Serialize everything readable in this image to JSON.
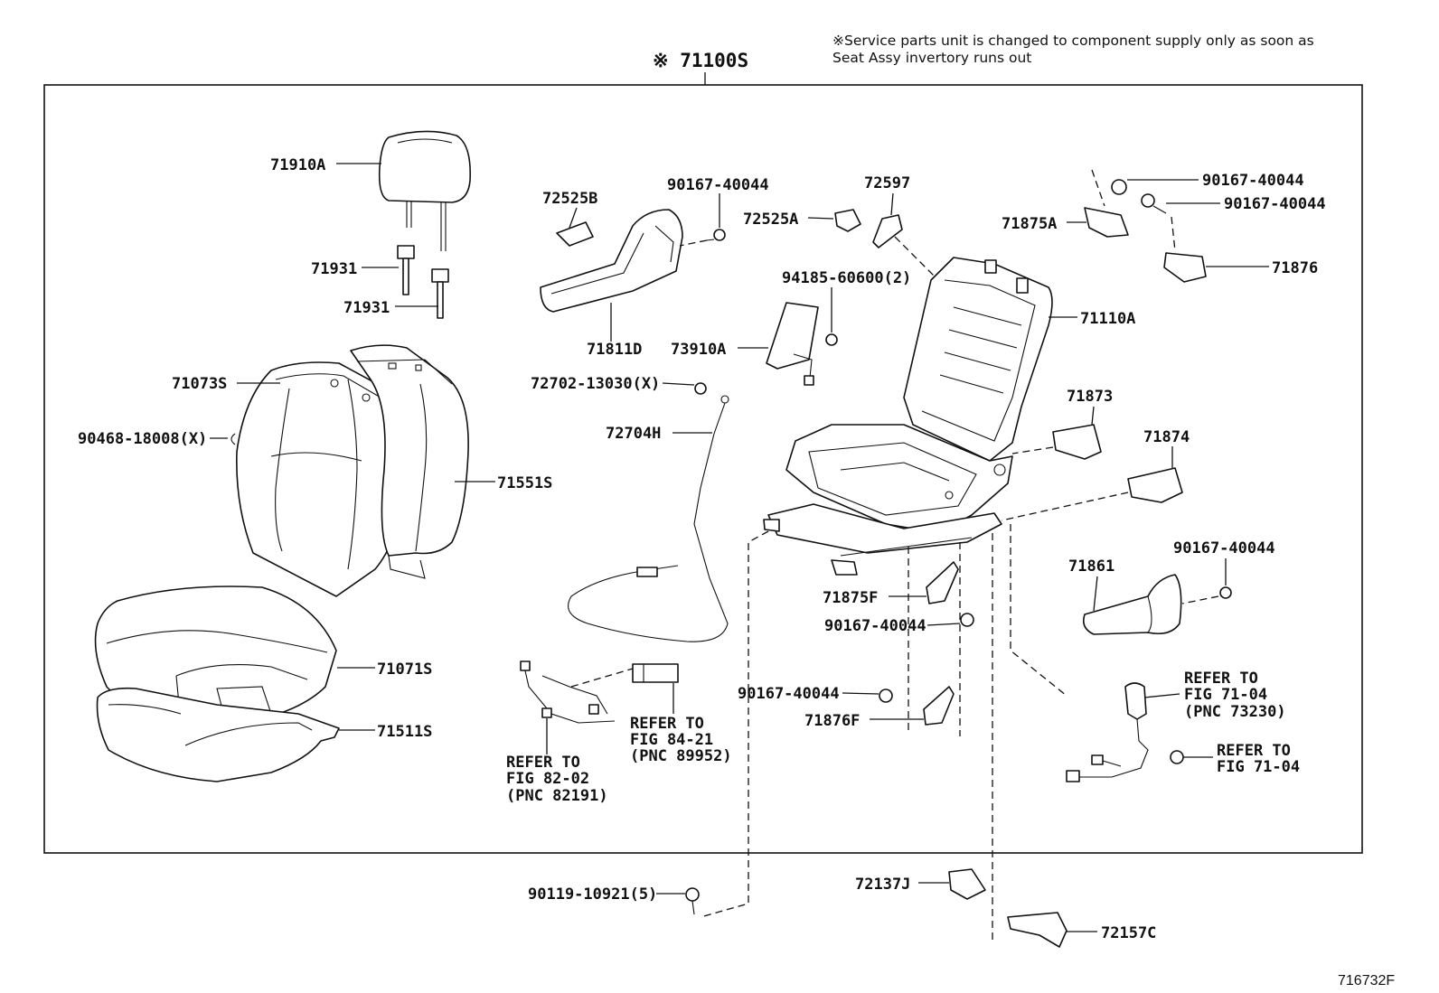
{
  "note": {
    "line1": "※Service parts unit is changed to component supply only as soon as",
    "line2": "Seat Assy invertory runs out"
  },
  "assembly_label": "※ 71100S",
  "figure_code": "716732F",
  "parts": {
    "p71910A": "71910A",
    "p71931a": "71931",
    "p71931b": "71931",
    "p71073S": "71073S",
    "p90468": "90468-18008(X)",
    "p71551S": "71551S",
    "p71071S": "71071S",
    "p71511S": "71511S",
    "p72525B": "72525B",
    "p90167_a": "90167-40044",
    "p72525A": "72525A",
    "p72597": "72597",
    "p71811D": "71811D",
    "p94185": "94185-60600(2)",
    "p73910A": "73910A",
    "p72702": "72702-13030(X)",
    "p72704H": "72704H",
    "p90167_b": "90167-40044",
    "p90167_c": "90167-40044",
    "p71875A": "71875A",
    "p71876": "71876",
    "p71110A": "71110A",
    "p71873": "71873",
    "p71874": "71874",
    "p71875F": "71875F",
    "p90167_d": "90167-40044",
    "p71861": "71861",
    "p90167_e": "90167-40044",
    "p90167_f": "90167-40044",
    "p71876F": "71876F",
    "p90119": "90119-10921(5)",
    "p72137J": "72137J",
    "p72157C": "72157C"
  },
  "refs": {
    "r1": {
      "l1": "REFER TO",
      "l2": "FIG 82-02",
      "l3": "(PNC 82191)"
    },
    "r2": {
      "l1": "REFER TO",
      "l2": "FIG 84-21",
      "l3": "(PNC 89952)"
    },
    "r3": {
      "l1": "REFER TO",
      "l2": "FIG 71-04",
      "l3": "(PNC 73230)"
    },
    "r4": {
      "l1": "REFER TO",
      "l2": "FIG 71-04"
    }
  }
}
